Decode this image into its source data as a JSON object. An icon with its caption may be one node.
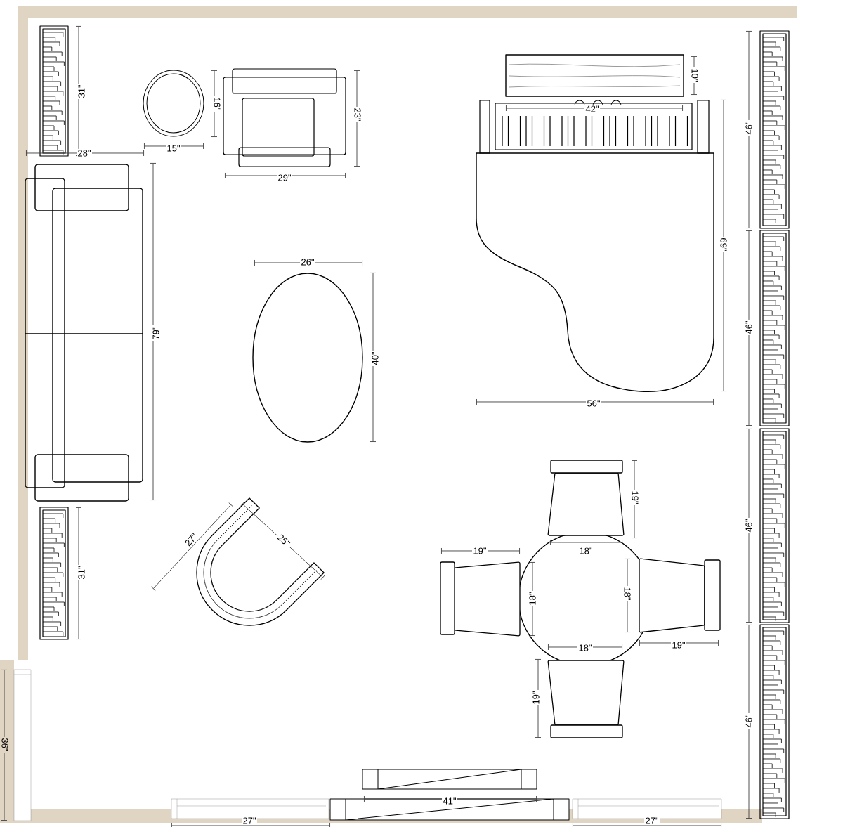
{
  "diagram": {
    "labels": [
      "31\"",
      "28\"",
      "15\"",
      "16\"",
      "23\"",
      "29\"",
      "10\"",
      "42\"",
      "46\"",
      "69\"",
      "26\"",
      "79\"",
      "46\"",
      "40\"",
      "56\"",
      "19\"",
      "27\"",
      "25\"",
      "19\"",
      "18\"",
      "46\"",
      "18\"",
      "18\"",
      "31\"",
      "19\"",
      "18\"",
      "19\"",
      "46\"",
      "36\"",
      "41\"",
      "27\"",
      "27\""
    ]
  }
}
